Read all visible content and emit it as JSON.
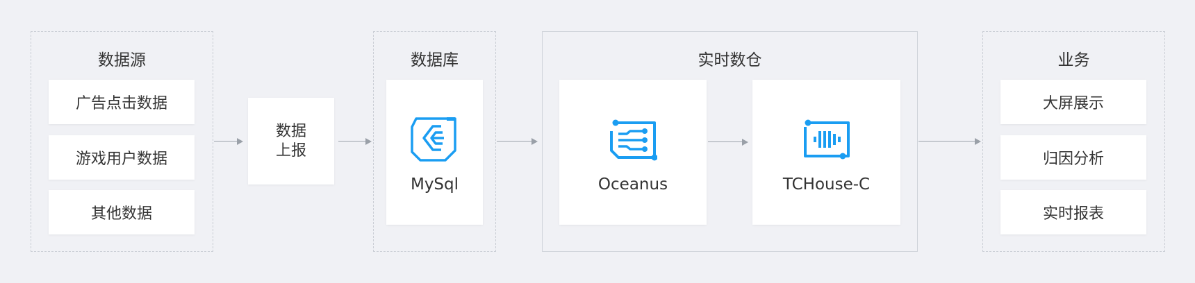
{
  "sources": {
    "title": "数据源",
    "items": [
      "广告点击数据",
      "游戏用户数据",
      "其他数据"
    ]
  },
  "report": {
    "line1": "数据",
    "line2": "上报"
  },
  "database": {
    "title": "数据库",
    "tool": {
      "label": "MySql",
      "icon": "mysql-icon"
    }
  },
  "warehouse": {
    "title": "实时数仓",
    "tools": [
      {
        "label": "Oceanus",
        "icon": "oceanus-icon"
      },
      {
        "label": "TCHouse-C",
        "icon": "tchouse-c-icon"
      }
    ]
  },
  "business": {
    "title": "业务",
    "items": [
      "大屏展示",
      "归因分析",
      "实时报表"
    ]
  },
  "colors": {
    "accent": "#1a9df2",
    "border": "#c9cdd4",
    "arrow": "#9aa0a8",
    "background": "#f0f1f5"
  }
}
